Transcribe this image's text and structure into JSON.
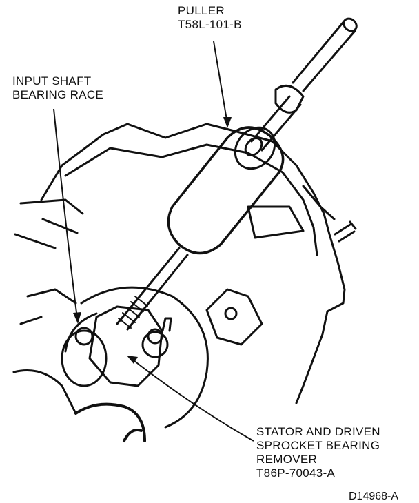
{
  "labels": {
    "puller": {
      "line1": "PULLER",
      "line2": "T58L-101-B"
    },
    "race": {
      "line1": "INPUT SHAFT",
      "line2": "BEARING RACE"
    },
    "remover": {
      "line1": "STATOR AND DRIVEN",
      "line2": "SPROCKET BEARING",
      "line3": "REMOVER",
      "line4": "T86P-70043-A"
    }
  },
  "figure_code": "D14968-A",
  "colors": {
    "ink": "#111111",
    "paper": "#ffffff"
  }
}
